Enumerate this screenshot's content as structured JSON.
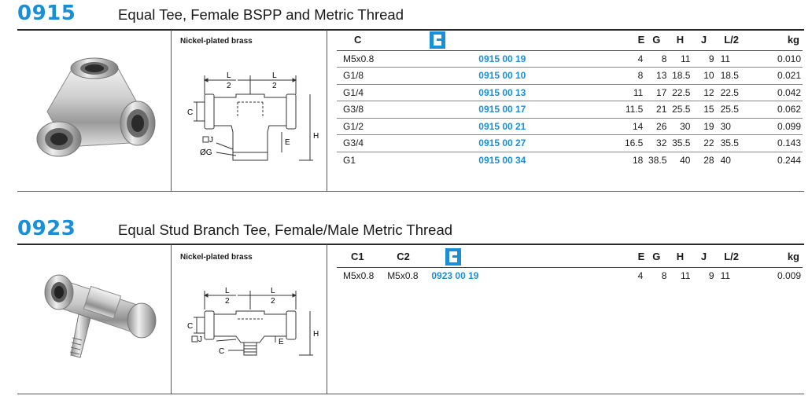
{
  "sections": [
    {
      "code": "0915",
      "title": "Equal Tee, Female BSPP and Metric Thread",
      "material": "Nickel-plated brass",
      "columns": [
        "C",
        "",
        "E",
        "G",
        "H",
        "J",
        "L/2",
        "kg"
      ],
      "rows": [
        {
          "c": "M5x0.8",
          "ref": "0915 00 19",
          "e": "4",
          "g": "8",
          "h": "11",
          "j": "9",
          "l2": "11",
          "kg": "0.010"
        },
        {
          "c": "G1/8",
          "ref": "0915 00 10",
          "e": "8",
          "g": "13",
          "h": "18.5",
          "j": "10",
          "l2": "18.5",
          "kg": "0.021"
        },
        {
          "c": "G1/4",
          "ref": "0915 00 13",
          "e": "11",
          "g": "17",
          "h": "22.5",
          "j": "12",
          "l2": "22.5",
          "kg": "0.042"
        },
        {
          "c": "G3/8",
          "ref": "0915 00 17",
          "e": "11.5",
          "g": "21",
          "h": "25.5",
          "j": "15",
          "l2": "25.5",
          "kg": "0.062"
        },
        {
          "c": "G1/2",
          "ref": "0915 00 21",
          "e": "14",
          "g": "26",
          "h": "30",
          "j": "19",
          "l2": "30",
          "kg": "0.099"
        },
        {
          "c": "G3/4",
          "ref": "0915 00 27",
          "e": "16.5",
          "g": "32",
          "h": "35.5",
          "j": "22",
          "l2": "35.5",
          "kg": "0.143"
        },
        {
          "c": "G1",
          "ref": "0915 00 34",
          "e": "18",
          "g": "38.5",
          "h": "40",
          "j": "28",
          "l2": "40",
          "kg": "0.244"
        }
      ],
      "dim_labels": {
        "l": "L",
        "two": "2",
        "c": "C",
        "h": "H",
        "e": "E",
        "j": "J",
        "g": "ØG"
      }
    },
    {
      "code": "0923",
      "title": "Equal Stud Branch Tee, Female/Male Metric Thread",
      "material": "Nickel-plated brass",
      "columns": [
        "C1",
        "C2",
        "",
        "E",
        "G",
        "H",
        "J",
        "L/2",
        "kg"
      ],
      "rows": [
        {
          "c1": "M5x0.8",
          "c2": "M5x0.8",
          "ref": "0923 00 19",
          "e": "4",
          "g": "8",
          "h": "11",
          "j": "9",
          "l2": "11",
          "kg": "0.009"
        }
      ],
      "dim_labels": {
        "l": "L",
        "two": "2",
        "c": "C",
        "h": "H",
        "e": "E",
        "j": "J"
      }
    }
  ],
  "colors": {
    "accent": "#1a8fd6",
    "text": "#1a1a1a"
  },
  "icons": {
    "push-in-logo": "blue square emblem"
  }
}
